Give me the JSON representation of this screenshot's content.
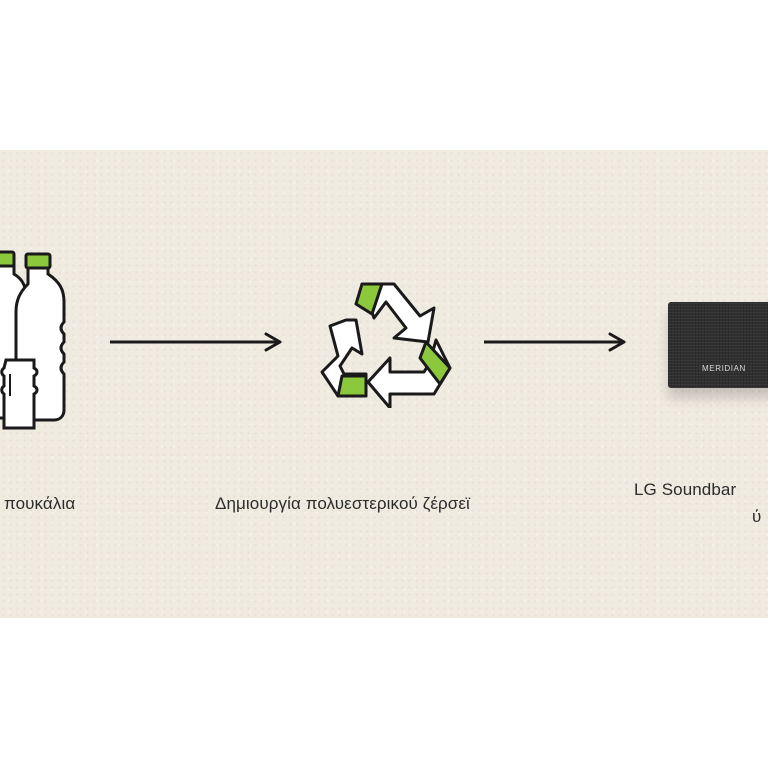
{
  "steps": [
    {
      "label": "πουκάλια",
      "icon": "plastic-bottles-icon"
    },
    {
      "label": "Δημιουργία πολυεστερικού ζέρσεϊ",
      "icon": "recycle-icon"
    },
    {
      "label_line1": "LG Soundbar",
      "label_line2": "ύ",
      "icon": "soundbar-image"
    }
  ],
  "soundbar_brand": "MERIDIAN",
  "colors": {
    "accent_green": "#8cc83c",
    "outline": "#1a1a1a",
    "panel_bg": "#f0ebe1",
    "soundbar": "#2f2f2f"
  }
}
